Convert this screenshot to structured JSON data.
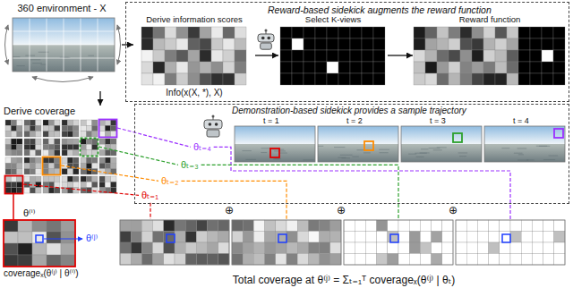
{
  "diagram": {
    "nodes": [
      {
        "text": [
          "360 environment - X"
        ]
      },
      {
        "text": [
          "Reward-based sidekick augments the reward function"
        ]
      },
      {
        "text": [
          "Derive information scores",
          "Info(x(X, *), X)"
        ],
        "in": 1
      },
      {
        "text": [
          "Select K-views"
        ],
        "in": 1
      },
      {
        "text": [
          "Reward function"
        ],
        "in": 1
      },
      {
        "text": [
          "Demonstration-based sidekick provides a sample trajectory"
        ]
      },
      {
        "text": [
          "Derive coverage"
        ]
      },
      {
        "text": [
          "θ⁽ⁱ⁾",
          "coverageₓ(θ⁽ʲ⁾ | θ⁽ⁱ⁾)"
        ]
      },
      {
        "text": [
          "Total coverage at θ⁽ʲ⁾ = Σₜ₌₁ᵀ coverageₓ(θ⁽ʲ⁾ | θₜ)"
        ]
      }
    ],
    "edges": [
      {
        "from": 0,
        "to": 2,
        "arrow": "to"
      },
      {
        "from": 2,
        "to": 3,
        "arrow": "to"
      },
      {
        "from": 3,
        "to": 4,
        "arrow": "to"
      },
      {
        "from": 0,
        "to": 6,
        "arrow": "to"
      }
    ],
    "labels": [
      "t = 1",
      "t = 2",
      "t = 3",
      "t = 4",
      "θₜ₌₄",
      "θₜ₌₃",
      "θₜ₌₂",
      "θₜ₌₁",
      "θ⁽ʲ⁾",
      "⊕",
      "⊕",
      "⊕"
    ]
  }
}
